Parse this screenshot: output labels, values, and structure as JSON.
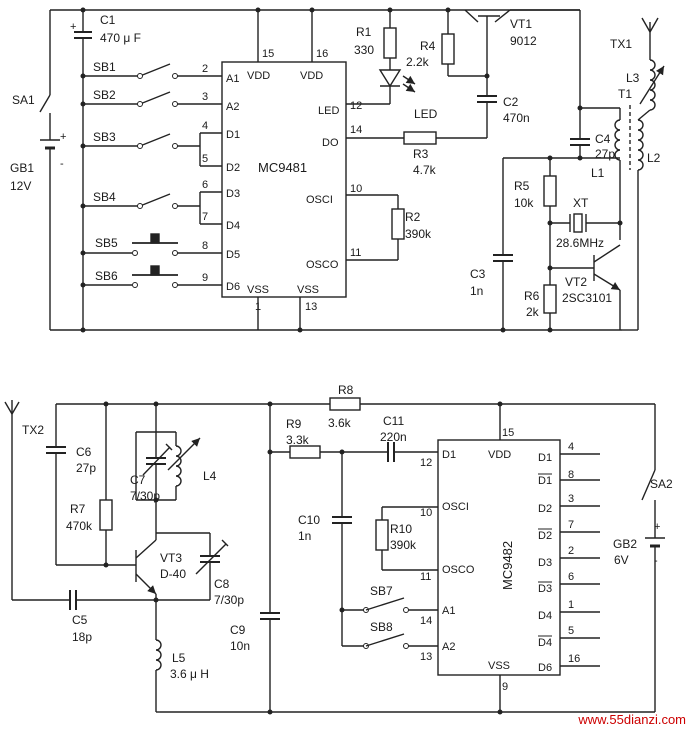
{
  "top": {
    "ic": {
      "name": "MC9481",
      "pins": {
        "A1": "A1",
        "A2": "A2",
        "D1": "D1",
        "D2": "D2",
        "D3": "D3",
        "D4": "D4",
        "D5": "D5",
        "D6": "D6",
        "VDD1": "VDD",
        "VDD2": "VDD",
        "LED": "LED",
        "DO": "DO",
        "OSCI": "OSCI",
        "OSCO": "OSCO",
        "VSS1": "VSS",
        "VSS2": "VSS"
      },
      "pinnums": {
        "p15": "15",
        "p16": "16",
        "p2": "2",
        "p3": "3",
        "p4": "4",
        "p5": "5",
        "p6": "6",
        "p7": "7",
        "p8": "8",
        "p9": "9",
        "p12": "12",
        "p14": "14",
        "p10": "10",
        "p11": "11",
        "p1": "1",
        "p13": "13"
      }
    },
    "switches": {
      "sa1": "SA1",
      "sb1": "SB1",
      "sb2": "SB2",
      "sb3": "SB3",
      "sb4": "SB4",
      "sb5": "SB5",
      "sb6": "SB6"
    },
    "battery": {
      "name": "GB1",
      "value": "12V",
      "plus": "+",
      "minus": "-"
    },
    "c1": {
      "name": "C1",
      "value": "470 μ F",
      "plus": "+"
    },
    "r1": {
      "name": "R1",
      "value": "330"
    },
    "led": {
      "name": "LED"
    },
    "r4": {
      "name": "R4",
      "value": "2.2k"
    },
    "vt1": {
      "name": "VT1",
      "value": "9012"
    },
    "c2": {
      "name": "C2",
      "value": "470n"
    },
    "r3": {
      "name": "R3",
      "value": "4.7k"
    },
    "r2": {
      "name": "R2",
      "value": "390k"
    },
    "tx1": {
      "name": "TX1"
    },
    "l3": {
      "name": "L3"
    },
    "t1": {
      "name": "T1"
    },
    "c4": {
      "name": "C4",
      "value": "27p"
    },
    "l1": {
      "name": "L1"
    },
    "l2": {
      "name": "L2"
    },
    "r5": {
      "name": "R5",
      "value": "10k"
    },
    "xt": {
      "name": "XT",
      "value": "28.6MHz"
    },
    "c3": {
      "name": "C3",
      "value": "1n"
    },
    "vt2": {
      "name": "VT2",
      "value": "2SC3101"
    },
    "r6": {
      "name": "R6",
      "value": "2k"
    }
  },
  "bottom": {
    "tx2": {
      "name": "TX2"
    },
    "c6": {
      "name": "C6",
      "value": "27p"
    },
    "r7": {
      "name": "R7",
      "value": "470k"
    },
    "c7": {
      "name": "C7",
      "value": "7/30p"
    },
    "l4": {
      "name": "L4"
    },
    "vt3": {
      "name": "VT3",
      "value": "D-40"
    },
    "c8": {
      "name": "C8",
      "value": "7/30p"
    },
    "c5": {
      "name": "C5",
      "value": "18p"
    },
    "l5": {
      "name": "L5",
      "value": "3.6 μ H"
    },
    "c9": {
      "name": "C9",
      "value": "10n"
    },
    "r8": {
      "name": "R8",
      "value": "3.6k"
    },
    "r9": {
      "name": "R9",
      "value": "3.3k"
    },
    "c11": {
      "name": "C11",
      "value": "220n"
    },
    "c10": {
      "name": "C10",
      "value": "1n"
    },
    "r10": {
      "name": "R10",
      "value": "390k"
    },
    "sb7": {
      "name": "SB7"
    },
    "sb8": {
      "name": "SB8"
    },
    "ic": {
      "name": "MC9482",
      "pins": {
        "D1": "D1",
        "VDD": "VDD",
        "OSCI": "OSCI",
        "OSCO": "OSCO",
        "A1": "A1",
        "A2": "A2",
        "VSS": "VSS",
        "O1": "D1",
        "O1b": "D1",
        "O2": "D2",
        "O2b": "D2",
        "O3": "D3",
        "O3b": "D3",
        "O4": "D4",
        "O4b": "D4",
        "O6": "D6"
      },
      "pinnums": {
        "p12": "12",
        "p15": "15",
        "p10": "10",
        "p11": "11",
        "p14": "14",
        "p13": "13",
        "p9": "9",
        "p4": "4",
        "p8": "8",
        "p3": "3",
        "p7": "7",
        "p2": "2",
        "p6": "6",
        "p1": "1",
        "p5": "5",
        "p16": "16"
      }
    },
    "sa2": {
      "name": "SA2"
    },
    "battery": {
      "name": "GB2",
      "value": "6V",
      "plus": "+",
      "minus": "-"
    }
  },
  "watermark": "www.55dianzi.com"
}
